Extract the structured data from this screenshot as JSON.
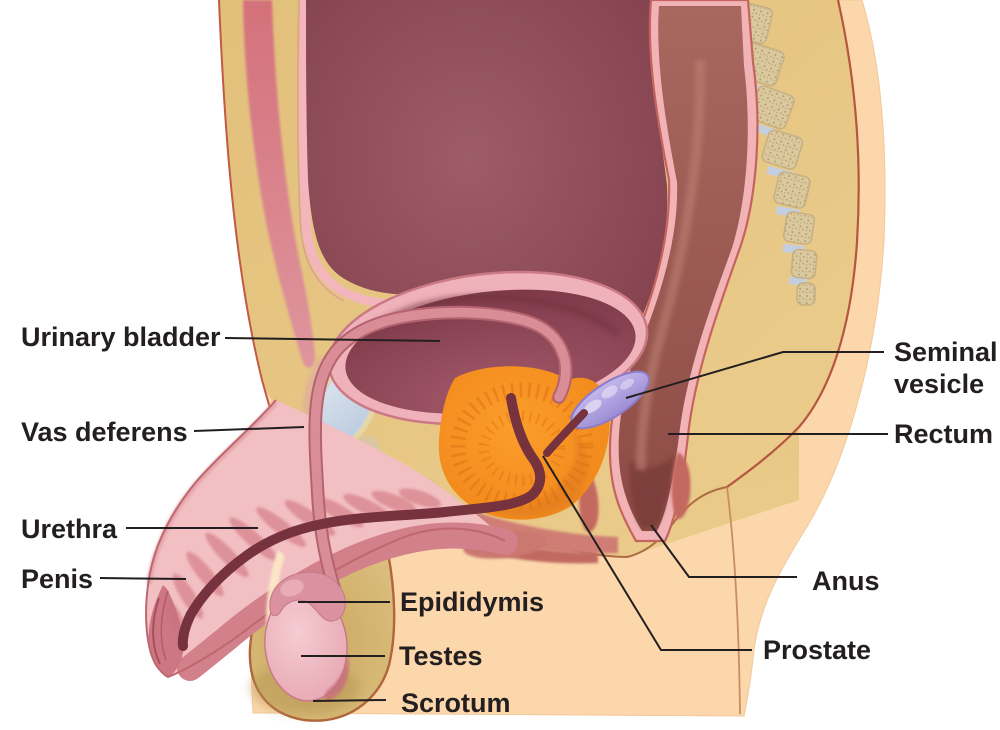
{
  "figure": {
    "type": "anatomical-diagram",
    "subject": "Male reproductive system, sagittal cross-section"
  },
  "labels": {
    "urinary_bladder": "Urinary bladder",
    "vas_deferens": "Vas deferens",
    "urethra": "Urethra",
    "penis": "Penis",
    "epididymis": "Epididymis",
    "testes": "Testes",
    "scrotum": "Scrotum",
    "seminal_vesicle_line1": "Seminal",
    "seminal_vesicle_line2": "vesicle",
    "rectum": "Rectum",
    "anus": "Anus",
    "prostate": "Prostate"
  },
  "colors": {
    "background": "#ffffff",
    "skin_peach": "#fbd7ab",
    "body_fat_tan": "#e4c27d",
    "cavity_maroon": "#8d4a57",
    "bladder_wall_pink": "#efb1ba",
    "prostate_orange": "#f89620",
    "seminal_vesicle_purple": "#b3a7e2",
    "pubic_bone_blue": "#cfdcec",
    "muscle_red": "#d4717b",
    "urethra_dark": "#76323d",
    "label_text": "#231f20"
  }
}
